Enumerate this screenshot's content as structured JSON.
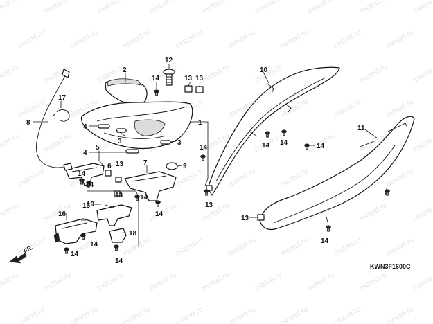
{
  "watermark": {
    "text": "motod.ru"
  },
  "diagram_code": "KWN3F1600C",
  "front_marker": {
    "label": "FR."
  },
  "callouts": {
    "c1": "1",
    "c2": "2",
    "c3a": "3",
    "c3b": "3",
    "c4a": "4",
    "c4b": "4",
    "c5": "5",
    "c6": "6",
    "c7": "7",
    "c8": "8",
    "c9": "9",
    "c10": "10",
    "c11": "11",
    "c12": "12",
    "c13a": "13",
    "c13b": "13",
    "c13c": "13",
    "c13d": "13",
    "c13e": "13",
    "c13f": "13",
    "c14a": "14",
    "c14b": "14",
    "c14c": "14",
    "c14d": "14",
    "c14e": "14",
    "c14f": "14",
    "c14g": "14",
    "c14h": "14",
    "c14i": "14",
    "c14j": "14",
    "c14k": "14",
    "c14l": "14",
    "c14m": "14",
    "c15": "15",
    "c16": "16",
    "c17": "17",
    "c18": "18",
    "c19": "19"
  }
}
